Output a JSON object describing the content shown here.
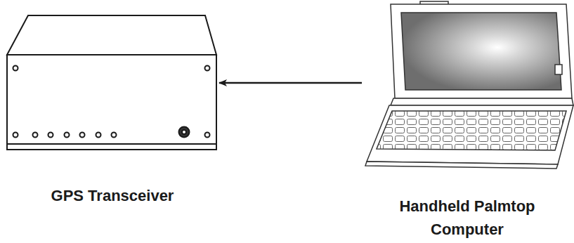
{
  "diagram": {
    "nodes": [
      {
        "text": [
          "GPS Transceiver"
        ]
      },
      {
        "text": [
          "Handheld Palmtop Computer"
        ]
      }
    ],
    "edges": [
      {
        "from": 1,
        "to": 0,
        "arrow": "to"
      }
    ]
  }
}
